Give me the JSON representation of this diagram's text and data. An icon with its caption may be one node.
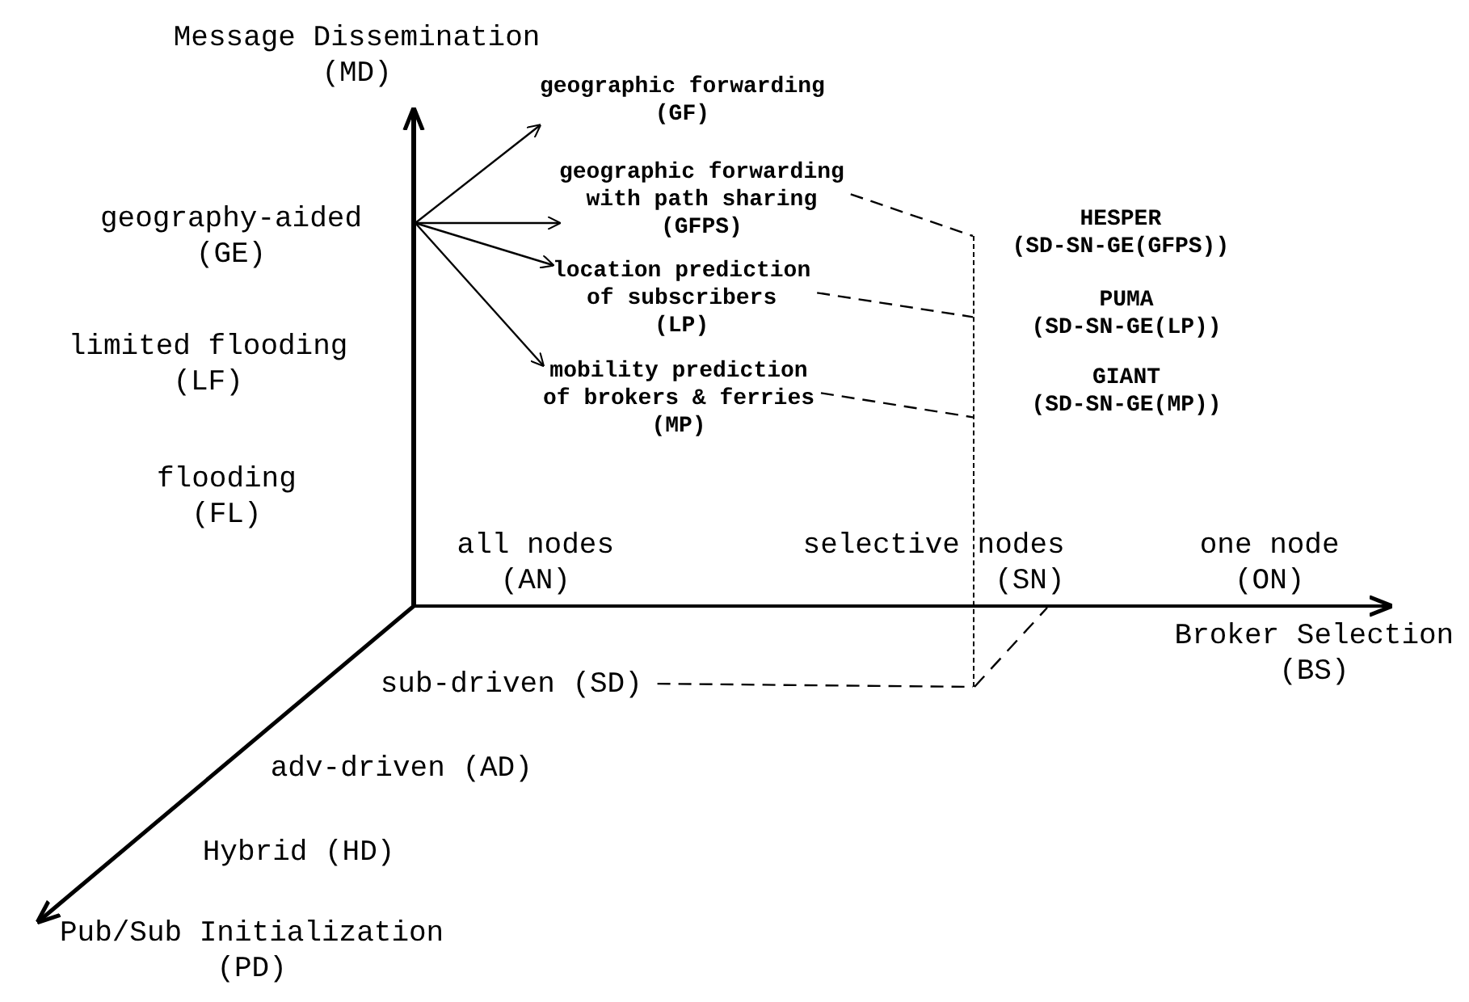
{
  "diagram": {
    "nodes": [
      {
        "text": [
          "geography-aided (GE)"
        ]
      },
      {
        "text": [
          "geographic forwarding (GF)"
        ]
      },
      {
        "text": [
          "geographic forwarding with path sharing (GFPS)"
        ]
      },
      {
        "text": [
          "location prediction of subscribers (LP)"
        ]
      },
      {
        "text": [
          "mobility prediction of brokers & ferries (MP)"
        ]
      },
      {
        "text": [],
        "shape": "bar"
      },
      {
        "text": [
          "sub-driven (SD)"
        ]
      }
    ],
    "edges": [
      {
        "from": 0,
        "to": 1,
        "arrow": "to"
      },
      {
        "from": 0,
        "to": 2,
        "arrow": "to"
      },
      {
        "from": 0,
        "to": 3,
        "arrow": "to"
      },
      {
        "from": 0,
        "to": 4,
        "arrow": "to"
      },
      {
        "from": 2,
        "to": 5,
        "arrow": "none",
        "style": "dashed"
      },
      {
        "from": 3,
        "to": 5,
        "arrow": "none",
        "style": "dashed"
      },
      {
        "from": 4,
        "to": 5,
        "arrow": "none",
        "style": "dashed"
      },
      {
        "from": 6,
        "to": 5,
        "arrow": "none",
        "style": "dashed"
      }
    ],
    "labels": [
      "Message Dissemination (MD)",
      "limited flooding (LF)",
      "flooding (FL)",
      "HESPER (SD-SN-GE(GFPS))",
      "PUMA (SD-SN-GE(LP))",
      "GIANT (SD-SN-GE(MP))",
      "all nodes (AN)",
      "selective nodes (SN)",
      "one node (ON)",
      "Broker Selection (BS)",
      "adv-driven (AD)",
      "Hybrid (HD)",
      "Pub/Sub Initialization (PD)"
    ]
  }
}
